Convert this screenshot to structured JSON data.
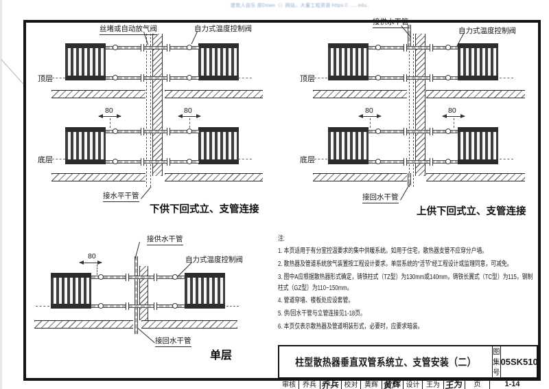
{
  "watermark": "建筑人自乐 原Down（）网站，大量工程资源 https://……edu．",
  "d1": {
    "title": "下供下回式立、支管连接",
    "label_vent": "丝堵或自动放气阀",
    "label_valve": "自力式温度控制阀",
    "floor_top": "顶层",
    "floor_bottom": "底层",
    "label_main": "接水平干管",
    "dim": "80"
  },
  "d2": {
    "title": "上供下回式立、支管连接",
    "label_supply": "接供水干管",
    "label_valve": "自力式温度控制阀",
    "floor_top": "顶层",
    "floor_bottom": "底层",
    "label_return": "接回水干管",
    "dim": "80"
  },
  "d3": {
    "title": "单层",
    "label_supply": "接供水干管",
    "label_valve": "自力式温度控制阀",
    "label_return": "接回水干管",
    "dim": "80"
  },
  "notes": {
    "heading": "注:",
    "items": [
      "1. 本页适用于有分室控温要求的集中供暖系统。如用于住宅，散热器支管不应穿分户墙。",
      "2. 散热器及管道系统放气装置按工程设计要求。单层系统的“活节”经工程设计或监理同意，可减免。",
      "3. 图中A应根据散热器形式确定，铸铁柱式（TZ型）为130mm或140mm，铸铁长翼式（TC型）为115，钢制柱式（GZ型）为110~150mm。",
      "4. 管道穿墙、楼板处应设套管。",
      "5. 供/回水干管与立管连接见1-18页。",
      "6. 本页仅表示散热器及管道明装形式，必要时，应要求暗装。"
    ]
  },
  "titleblock": {
    "title": "柱型散热器垂直双管系统立、支管安装（二）",
    "atlas_label": "图集号",
    "atlas_no": "05SK510",
    "page_label": "页",
    "page_no": "1-14",
    "cells": [
      {
        "label": "审核",
        "name": "乔兵",
        "sig": "乔兵"
      },
      {
        "label": "校对",
        "name": "黄辉",
        "sig": "黄辉"
      },
      {
        "label": "设计",
        "name": "王为",
        "sig": "王为"
      }
    ]
  },
  "colors": {
    "line": "#333333",
    "paper": "#ffffff",
    "watermark_blue": "#8fa8cc"
  }
}
